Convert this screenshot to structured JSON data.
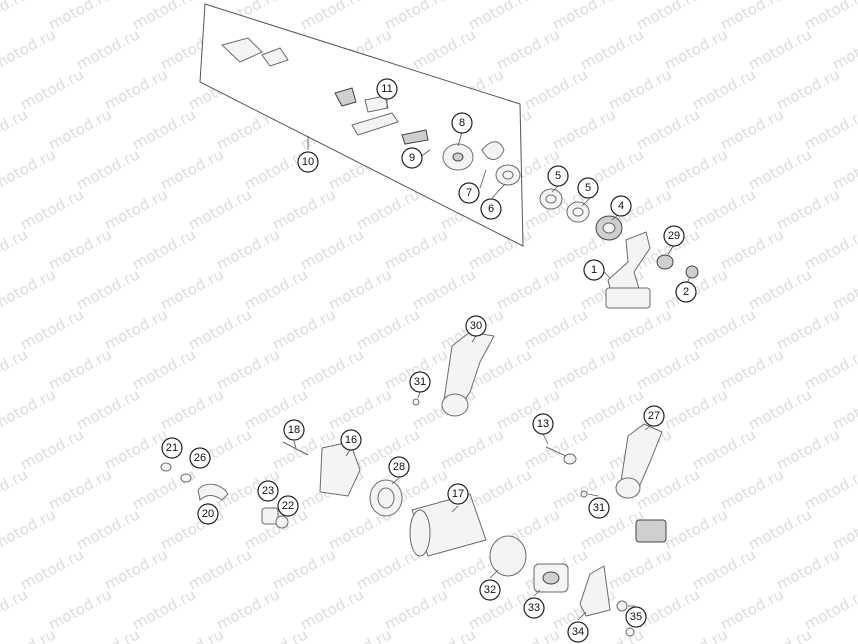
{
  "watermark": "motod.ru",
  "callouts": [
    {
      "num": "1"
    },
    {
      "num": "2"
    },
    {
      "num": "4"
    },
    {
      "num": "5"
    },
    {
      "num": "5"
    },
    {
      "num": "6"
    },
    {
      "num": "7"
    },
    {
      "num": "8"
    },
    {
      "num": "9"
    },
    {
      "num": "10"
    },
    {
      "num": "11"
    },
    {
      "num": "13"
    },
    {
      "num": "16"
    },
    {
      "num": "17"
    },
    {
      "num": "18"
    },
    {
      "num": "20"
    },
    {
      "num": "21"
    },
    {
      "num": "22"
    },
    {
      "num": "23"
    },
    {
      "num": "26"
    },
    {
      "num": "27"
    },
    {
      "num": "28"
    },
    {
      "num": "29"
    },
    {
      "num": "30"
    },
    {
      "num": "31"
    },
    {
      "num": "31"
    },
    {
      "num": "32"
    },
    {
      "num": "33"
    },
    {
      "num": "34"
    },
    {
      "num": "35"
    }
  ]
}
